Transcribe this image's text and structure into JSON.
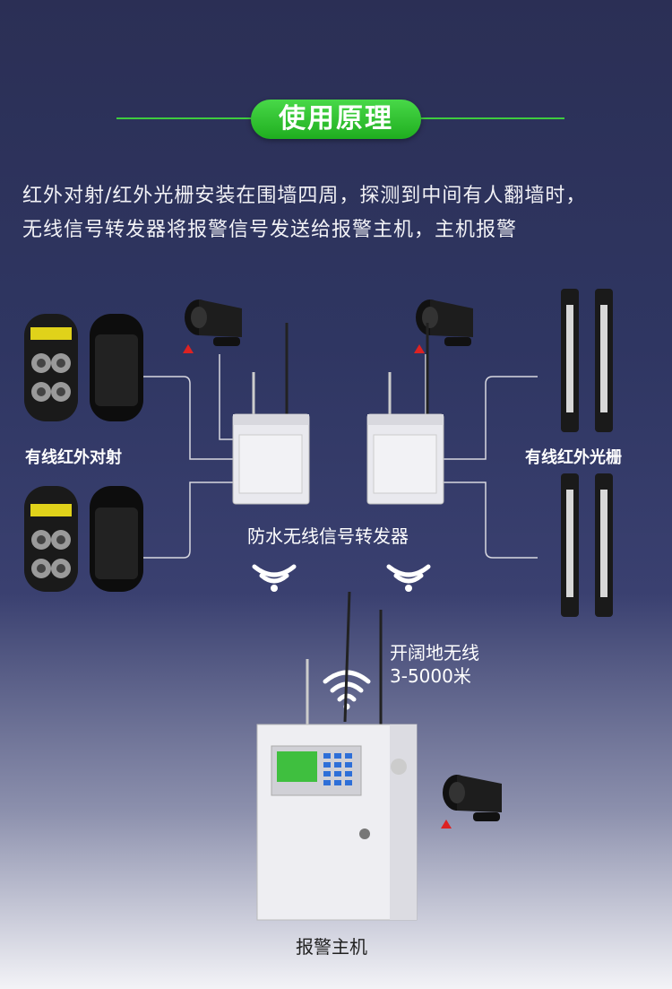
{
  "title": "使用原理",
  "description": {
    "line1": "红外对射/红外光栅安装在围墙四周，探测到中间有人翻墙时，",
    "line2": "无线信号转发器将报警信号发送给报警主机，主机报警"
  },
  "labels": {
    "left_detector": "有线红外对射",
    "right_detector": "有线红外光栅",
    "repeater": "防水无线信号转发器",
    "range_line1": "开阔地无线",
    "range_line2": "3-5000米",
    "host": "报警主机"
  },
  "colors": {
    "accent_green": "#2fc22f",
    "background_top": "#2b2f55",
    "background_bottom": "#f3f3f7",
    "wire": "#d8d8e0"
  }
}
